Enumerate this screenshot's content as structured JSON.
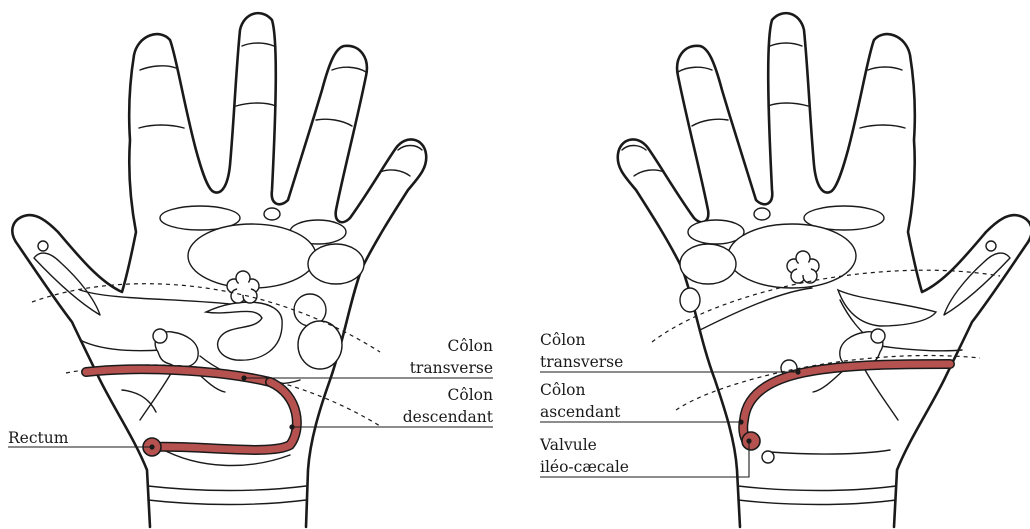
{
  "colors": {
    "colon": "#b5524f",
    "outline": "#1a1a1a",
    "background": "#ffffff"
  },
  "left_hand": {
    "labels": {
      "colon_transverse_1": "Côlon",
      "colon_transverse_2": "transverse",
      "colon_descending_1": "Côlon",
      "colon_descending_2": "descendant",
      "rectum": "Rectum"
    }
  },
  "right_hand": {
    "labels": {
      "colon_transverse_1": "Côlon",
      "colon_transverse_2": "transverse",
      "colon_ascending_1": "Côlon",
      "colon_ascending_2": "ascendant",
      "valve_1": "Valvule",
      "valve_2": "iléo-cæcale"
    }
  }
}
